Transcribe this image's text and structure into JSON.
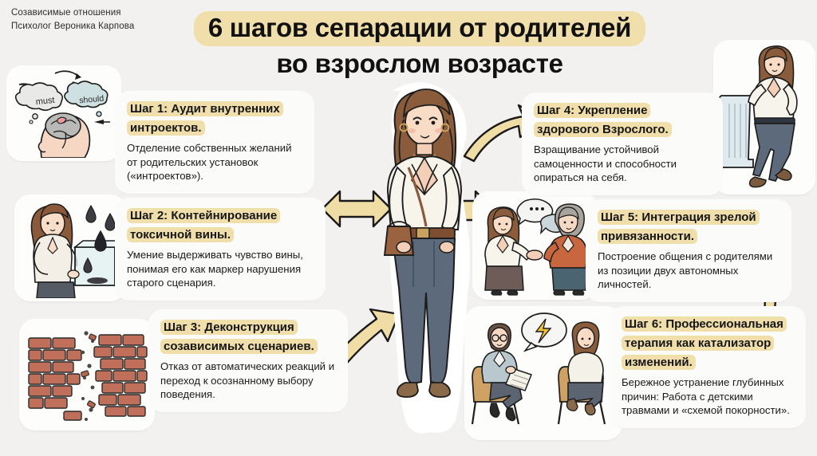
{
  "brand": {
    "line1": "Созависимые отношения",
    "line2": "Психолог Вероника Карпова"
  },
  "title": {
    "line1": "6 шагов сепарации от родителей",
    "line2": "во взрослом возрасте"
  },
  "colors": {
    "background": "#f2f1ef",
    "highlight": "#f1dfab",
    "arrow": "#f0dda6",
    "arrow_outline": "#1a1a1a",
    "card": "#fbfbf9",
    "text": "#151515"
  },
  "steps": [
    {
      "id": "step-1",
      "heading": "Шаг 1: Аудит внутренних интроектов.",
      "body": "Отделение собственных желаний от родительских установок («интроектов»).",
      "illustration": "head-brain-must-should-icon"
    },
    {
      "id": "step-2",
      "heading": "Шаг 2: Контейнирование токсичной вины.",
      "body": "Умение выдерживать чувство вины, понимая его как маркер нарушения старого сценария.",
      "illustration": "woman-glass-container-drops-icon"
    },
    {
      "id": "step-3",
      "heading": "Шаг 3: Деконструкция созависимых сценариев.",
      "body": "Отказ от автоматических реакций и переход к осознанному выбору поведения.",
      "illustration": "broken-brick-wall-icon"
    },
    {
      "id": "step-4",
      "heading": "Шаг 4: Укрепление здорового Взрослого.",
      "body": "Взращивание устойчивой самоценности и способности опираться на себя.",
      "illustration": "woman-leaning-column-icon"
    },
    {
      "id": "step-5",
      "heading": "Шаг 5: Интеграция зрелой привязанности.",
      "body": "Построение общения с родителями из позиции двух автономных личностей.",
      "illustration": "two-women-talking-icon"
    },
    {
      "id": "step-6",
      "heading": "Шаг 6: Профессиональная терапия как катализатор изменений.",
      "body": "Бережное устранение глубинных причин: Работа с детскими травмами и «схемой покорности».",
      "illustration": "therapy-session-icon"
    }
  ],
  "illustration_labels": {
    "must": "must",
    "should": "should"
  },
  "center_figure": "central-woman-icon"
}
